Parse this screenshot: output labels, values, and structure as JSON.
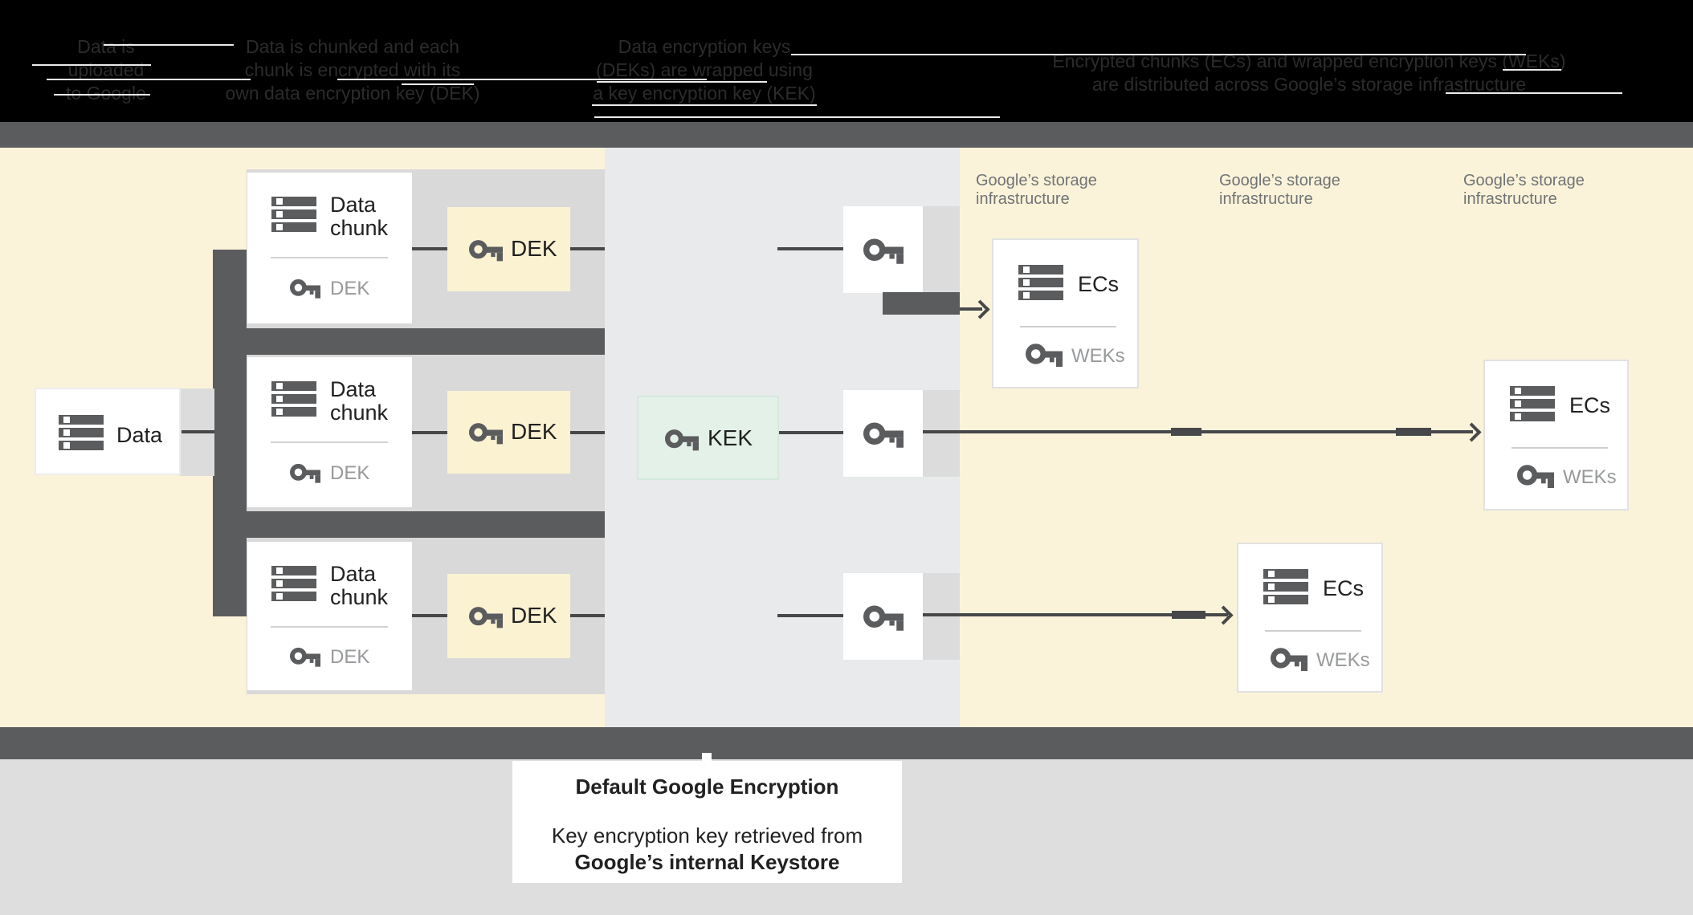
{
  "header": {
    "steps": [
      {
        "lines": [
          "Data is",
          "uploaded",
          "to Google"
        ]
      },
      {
        "lines": [
          "Data is chunked and each",
          "chunk is encrypted with its",
          "own data encryption key (DEK)"
        ]
      },
      {
        "lines": [
          "Data encryption keys",
          "(DEKs) are wrapped using",
          "a key encryption key (KEK)"
        ]
      },
      {
        "lines": [
          "Encrypted chunks (ECs) and wrapped encryption keys (WEKs)",
          "are distributed across Google’s storage infrastructure"
        ]
      }
    ]
  },
  "diagram": {
    "data_box": {
      "label": "Data"
    },
    "chunk_rows": [
      {
        "line1": "Data",
        "line2": "chunk",
        "sub_key_label": "DEK",
        "dek_label": "DEK"
      },
      {
        "line1": "Data",
        "line2": "chunk",
        "sub_key_label": "DEK",
        "dek_label": "DEK"
      },
      {
        "line1": "Data",
        "line2": "chunk",
        "sub_key_label": "DEK",
        "dek_label": "DEK"
      }
    ],
    "kek_label": "KEK",
    "storage_columns": [
      {
        "label_line1": "Google’s storage",
        "label_line2": "infrastructure",
        "ec_label": "ECs",
        "wek_label": "WEKs"
      },
      {
        "label_line1": "Google’s storage",
        "label_line2": "infrastructure",
        "ec_label": "ECs",
        "wek_label": "WEKs"
      },
      {
        "label_line1": "Google’s storage",
        "label_line2": "infrastructure",
        "ec_label": "ECs",
        "wek_label": "WEKs"
      }
    ]
  },
  "caption": {
    "title": "Default Google Encryption",
    "body_line1": "Key encryption key retrieved from",
    "body_line2": "Google’s internal Keystore"
  },
  "colors": {
    "cream_background": "#fbf3d9",
    "blue_panel": "#e8eaeb",
    "dek_fill": "#fbf2d2",
    "kek_fill": "#e3f1e9",
    "dark_gray": "#5b5c5e",
    "row_strip": "#d9d9d9",
    "bottom_background": "#dedede",
    "connector_line": "#47484a"
  }
}
